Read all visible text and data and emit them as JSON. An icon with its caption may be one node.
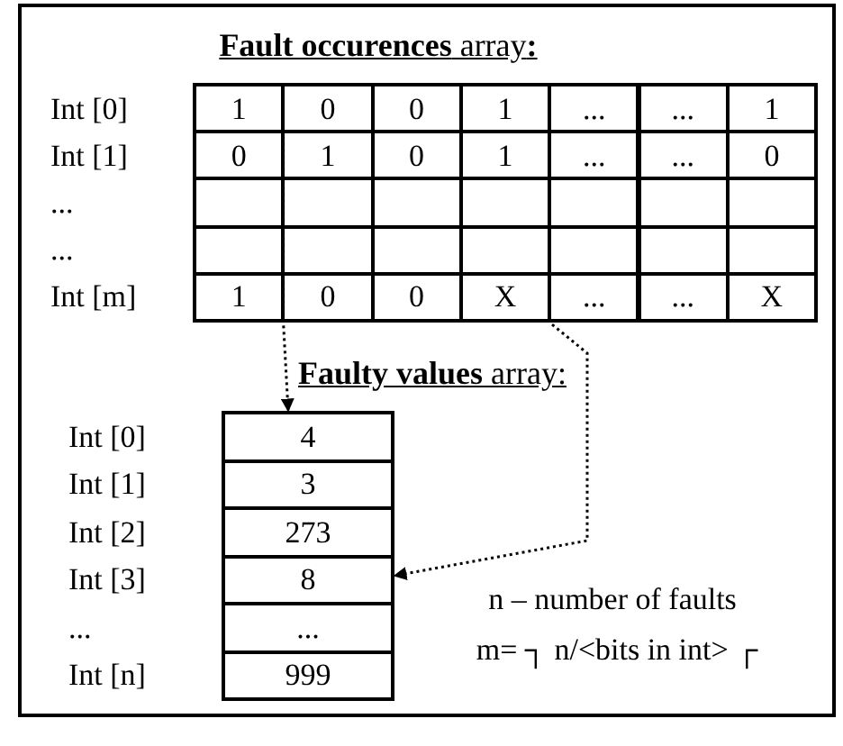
{
  "diagram": {
    "nodes": [
      {
        "text": [
          "1"
        ]
      },
      {
        "text": [
          "0"
        ]
      },
      {
        "text": [
          "0"
        ]
      },
      {
        "text": [
          "1"
        ]
      },
      {
        "text": [
          "..."
        ]
      },
      {
        "text": [
          "..."
        ]
      },
      {
        "text": [
          "1"
        ]
      },
      {
        "text": [
          "0"
        ]
      },
      {
        "text": [
          "1"
        ]
      },
      {
        "text": [
          "0"
        ]
      },
      {
        "text": [
          "1"
        ]
      },
      {
        "text": [
          "..."
        ]
      },
      {
        "text": [
          "..."
        ]
      },
      {
        "text": [
          "0"
        ]
      },
      {
        "text": [
          "1"
        ]
      },
      {
        "text": [
          "0"
        ]
      },
      {
        "text": [
          "0"
        ]
      },
      {
        "text": [
          "X"
        ]
      },
      {
        "text": [
          "..."
        ]
      },
      {
        "text": [
          "..."
        ]
      },
      {
        "text": [
          "X"
        ]
      },
      {
        "text": [
          "4"
        ]
      },
      {
        "text": [
          "3"
        ]
      },
      {
        "text": [
          "273"
        ]
      },
      {
        "text": [
          "8"
        ]
      },
      {
        "text": [
          "..."
        ]
      },
      {
        "text": [
          "999"
        ]
      }
    ],
    "edges": [
      {
        "from": 0,
        "to": 21,
        "arrow": "to",
        "style": "dashed"
      },
      {
        "from": 3,
        "to": 24,
        "arrow": "to",
        "style": "dashed"
      }
    ],
    "labels": [
      "**Fault occurences** array**:**",
      "Int [0]",
      "Int [1]",
      "...",
      "...",
      "Int [m]",
      "**Faulty values** array:",
      "Int [0]",
      "Int [1]",
      "Int [2]",
      "Int [3]",
      "...",
      "Int [n]",
      "n – number of faults",
      "m= ┐ n/<bits in int> ┌"
    ]
  }
}
